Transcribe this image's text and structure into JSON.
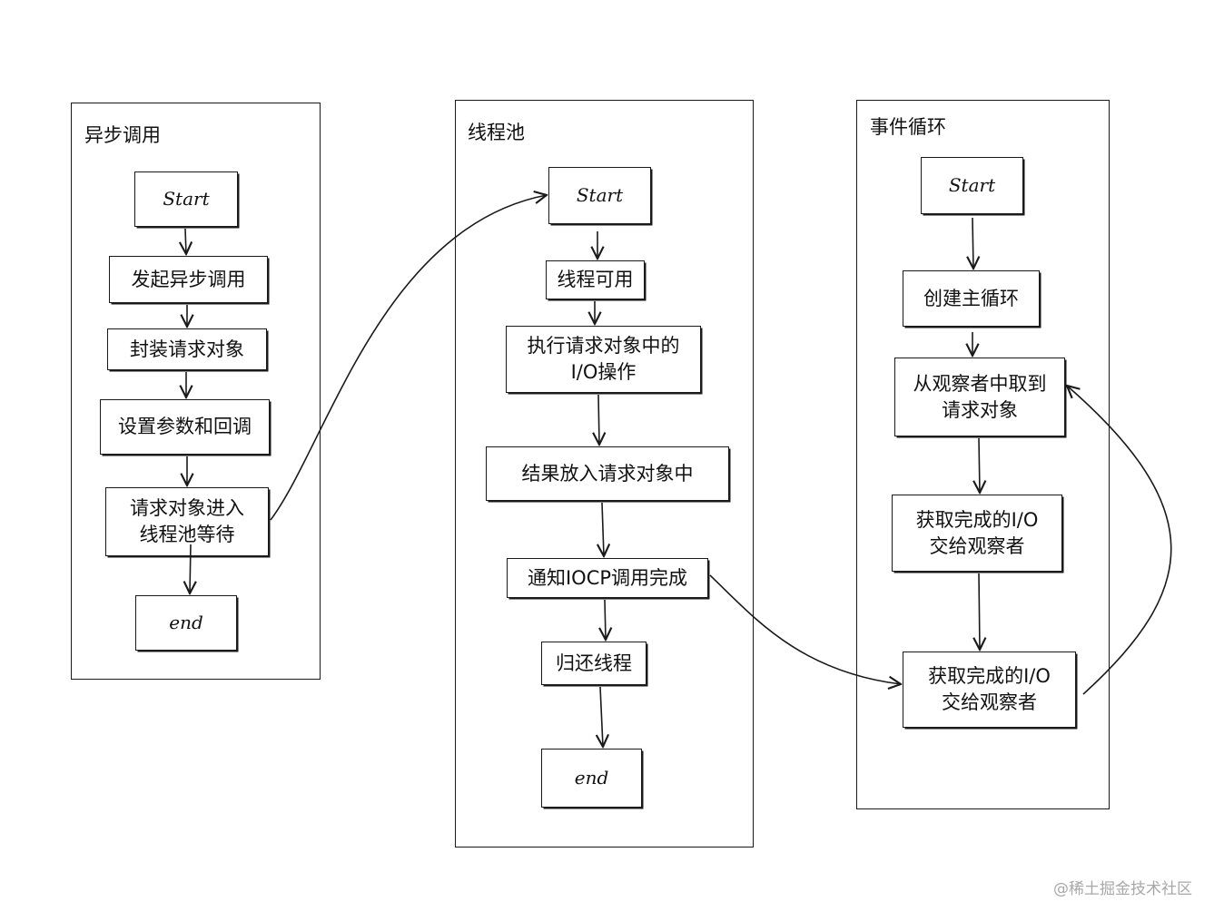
{
  "lanes": {
    "async": {
      "title": "异步调用",
      "start": "Start",
      "step1": "发起异步调用",
      "step2": "封装请求对象",
      "step3": "设置参数和回调",
      "step4": "请求对象进入\n线程池等待",
      "end": "end"
    },
    "pool": {
      "title": "线程池",
      "start": "Start",
      "step1": "线程可用",
      "step2": "执行请求对象中的\nI/O操作",
      "step3": "结果放入请求对象中",
      "step4": "通知IOCP调用完成",
      "step5": "归还线程",
      "end": "end"
    },
    "loop": {
      "title": "事件循环",
      "start": "Start",
      "step1": "创建主循环",
      "step2": "从观察者中取到\n请求对象",
      "step3": "获取完成的I/O\n交给观察者",
      "step4": "获取完成的I/O\n交给观察者"
    }
  },
  "watermark": "@稀土掘金技术社区"
}
